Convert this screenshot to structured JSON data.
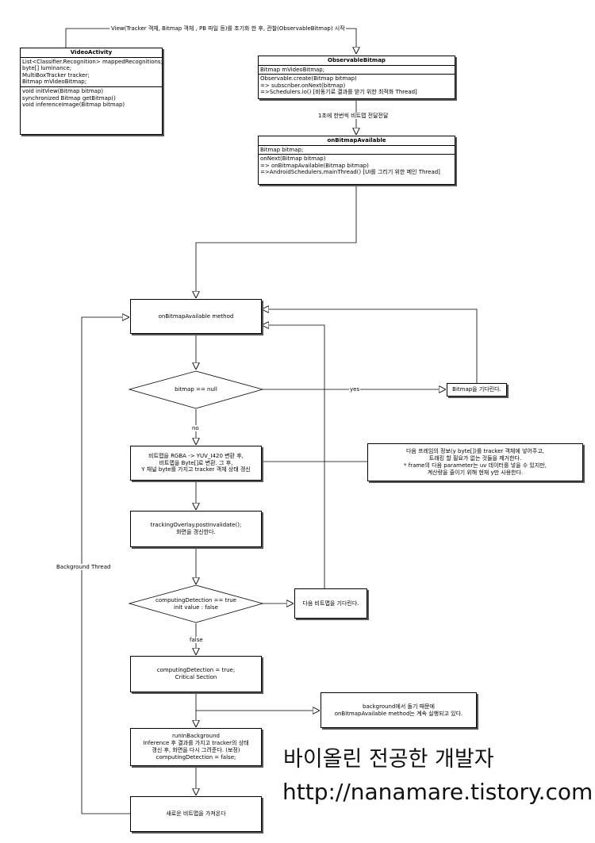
{
  "top_note": "View(Tracker 객체, Bitmap 객체 , PB 파일 등)를 초기화 한 후, 관찰(ObservableBitmap) 시작",
  "video_activity": {
    "title": "VideoActivity",
    "attributes": [
      "List<Classifier.Recognition> mappedRecognitions;",
      "byte[] luminance;",
      "MultiBoxTracker tracker;",
      "Bitmap mVideoBitmap;"
    ],
    "methods": [
      "void initView(Bitmap bitmap)",
      "synchronized Bitmap getBitmap()",
      "void inferenceImage(Bitmap bitmap)"
    ]
  },
  "observable_bitmap": {
    "title": "ObservableBitmap",
    "attributes": [
      "Bitmap mVideoBitmap;"
    ],
    "methods": [
      "Observable.create(Bitmap bitmap)",
      "=> subscriber.onNext(bitmap)",
      "=>Schedulers.io() [비동기로 결과를 받기 위한 최적화 Thread]"
    ]
  },
  "transfer_note": "1초에 한번씩 비트맵 전달전달",
  "on_bitmap_available": {
    "title": "onBitmapAvailable",
    "attributes": [
      "Bitmap bitmap;"
    ],
    "methods": [
      "onNext(Bitmap bitmap)",
      "=> onBitmapAvailable(Bitmap bitmap)",
      "=>AndroidSchedulers.mainThread() [UI를 그리기 위한 메인 Thread]"
    ]
  },
  "flow": {
    "method_box": "onBitmapAvailable method",
    "decision_null": "bitmap == null",
    "yes_label": "yes",
    "wait_bitmap": "Bitmap을 기다린다.",
    "no_label": "no",
    "convert_lines": [
      "비트맵을 RGBA -> YUV_I420 변환 후,",
      "비트맵을 Byte[]로 변환. 그 후,",
      "Y 채널 byte를 가지고 tracker 객체 상태 갱신"
    ],
    "convert_note_lines": [
      "다음 프레임의 정보(y byte[])를 tracker 객체에 넣어주고,",
      "트래킹 할 필요가 없는 것들을 제거한다.",
      "* frame의 다음 parameter는 uv 데이터를 넣을 수 있지만,",
      "계산량을 줄이기 위해 현재 y만 사용한다."
    ],
    "overlay_lines": [
      "trackingOverlay.postInvalidate();",
      "화면을 갱신한다."
    ],
    "decision_computing_lines": [
      "computingDetection == true",
      "init value : false"
    ],
    "wait_next": "다음 비트맵을 기다린다.",
    "false_label": "false",
    "critical_lines": [
      "computingDetection = true;",
      "Critical Section"
    ],
    "background_note_lines": [
      "background에서 돌기 때문에",
      "onBitmapAvailable method는 계속 실행되고 있다."
    ],
    "run_lines": [
      "runInBackground",
      "Inference 후 결과를 가지고  tracker의 상태",
      "갱신 후, 화면을 다시 그려준다. (보정)",
      "computingDetection = false;"
    ],
    "fetch_new": "새로운 비트맵을 가져온다",
    "background_thread": "Background Thread"
  },
  "watermark": {
    "line1": "바이올린 전공한 개발자",
    "line2": "http://nanamare.tistory.com"
  }
}
